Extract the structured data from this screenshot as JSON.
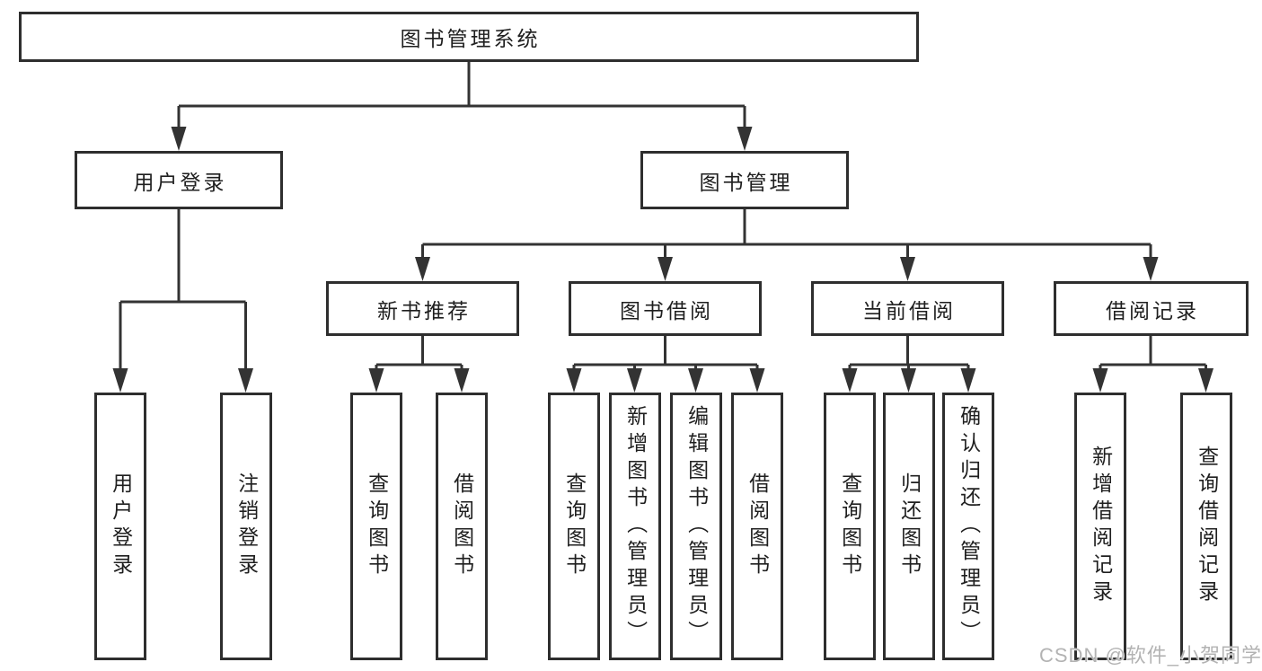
{
  "diagram_title": "图书管理系统",
  "tree": {
    "root": {
      "label": "图书管理系统",
      "children": [
        {
          "label": "用户登录",
          "children": [
            {
              "label": "用户登录"
            },
            {
              "label": "注销登录"
            }
          ]
        },
        {
          "label": "图书管理",
          "children": [
            {
              "label": "新书推荐",
              "children": [
                {
                  "label": "查询图书"
                },
                {
                  "label": "借阅图书"
                }
              ]
            },
            {
              "label": "图书借阅",
              "children": [
                {
                  "label": "查询图书"
                },
                {
                  "label": "新增图书（管理员）"
                },
                {
                  "label": "编辑图书（管理员）"
                },
                {
                  "label": "借阅图书"
                }
              ]
            },
            {
              "label": "当前借阅",
              "children": [
                {
                  "label": "查询图书"
                },
                {
                  "label": "归还图书"
                },
                {
                  "label": "确认归还（管理员）"
                }
              ]
            },
            {
              "label": "借阅记录",
              "children": [
                {
                  "label": "新增借阅记录"
                },
                {
                  "label": "查询借阅记录"
                }
              ]
            }
          ]
        }
      ]
    }
  },
  "watermark": {
    "text": "CSDN @软件_小贺同学"
  },
  "colors": {
    "line": "#333333",
    "box_border": "#2e2e2e",
    "text": "#1f1f1f",
    "watermark_text": "#b3b3b3",
    "background": "#ffffff"
  }
}
